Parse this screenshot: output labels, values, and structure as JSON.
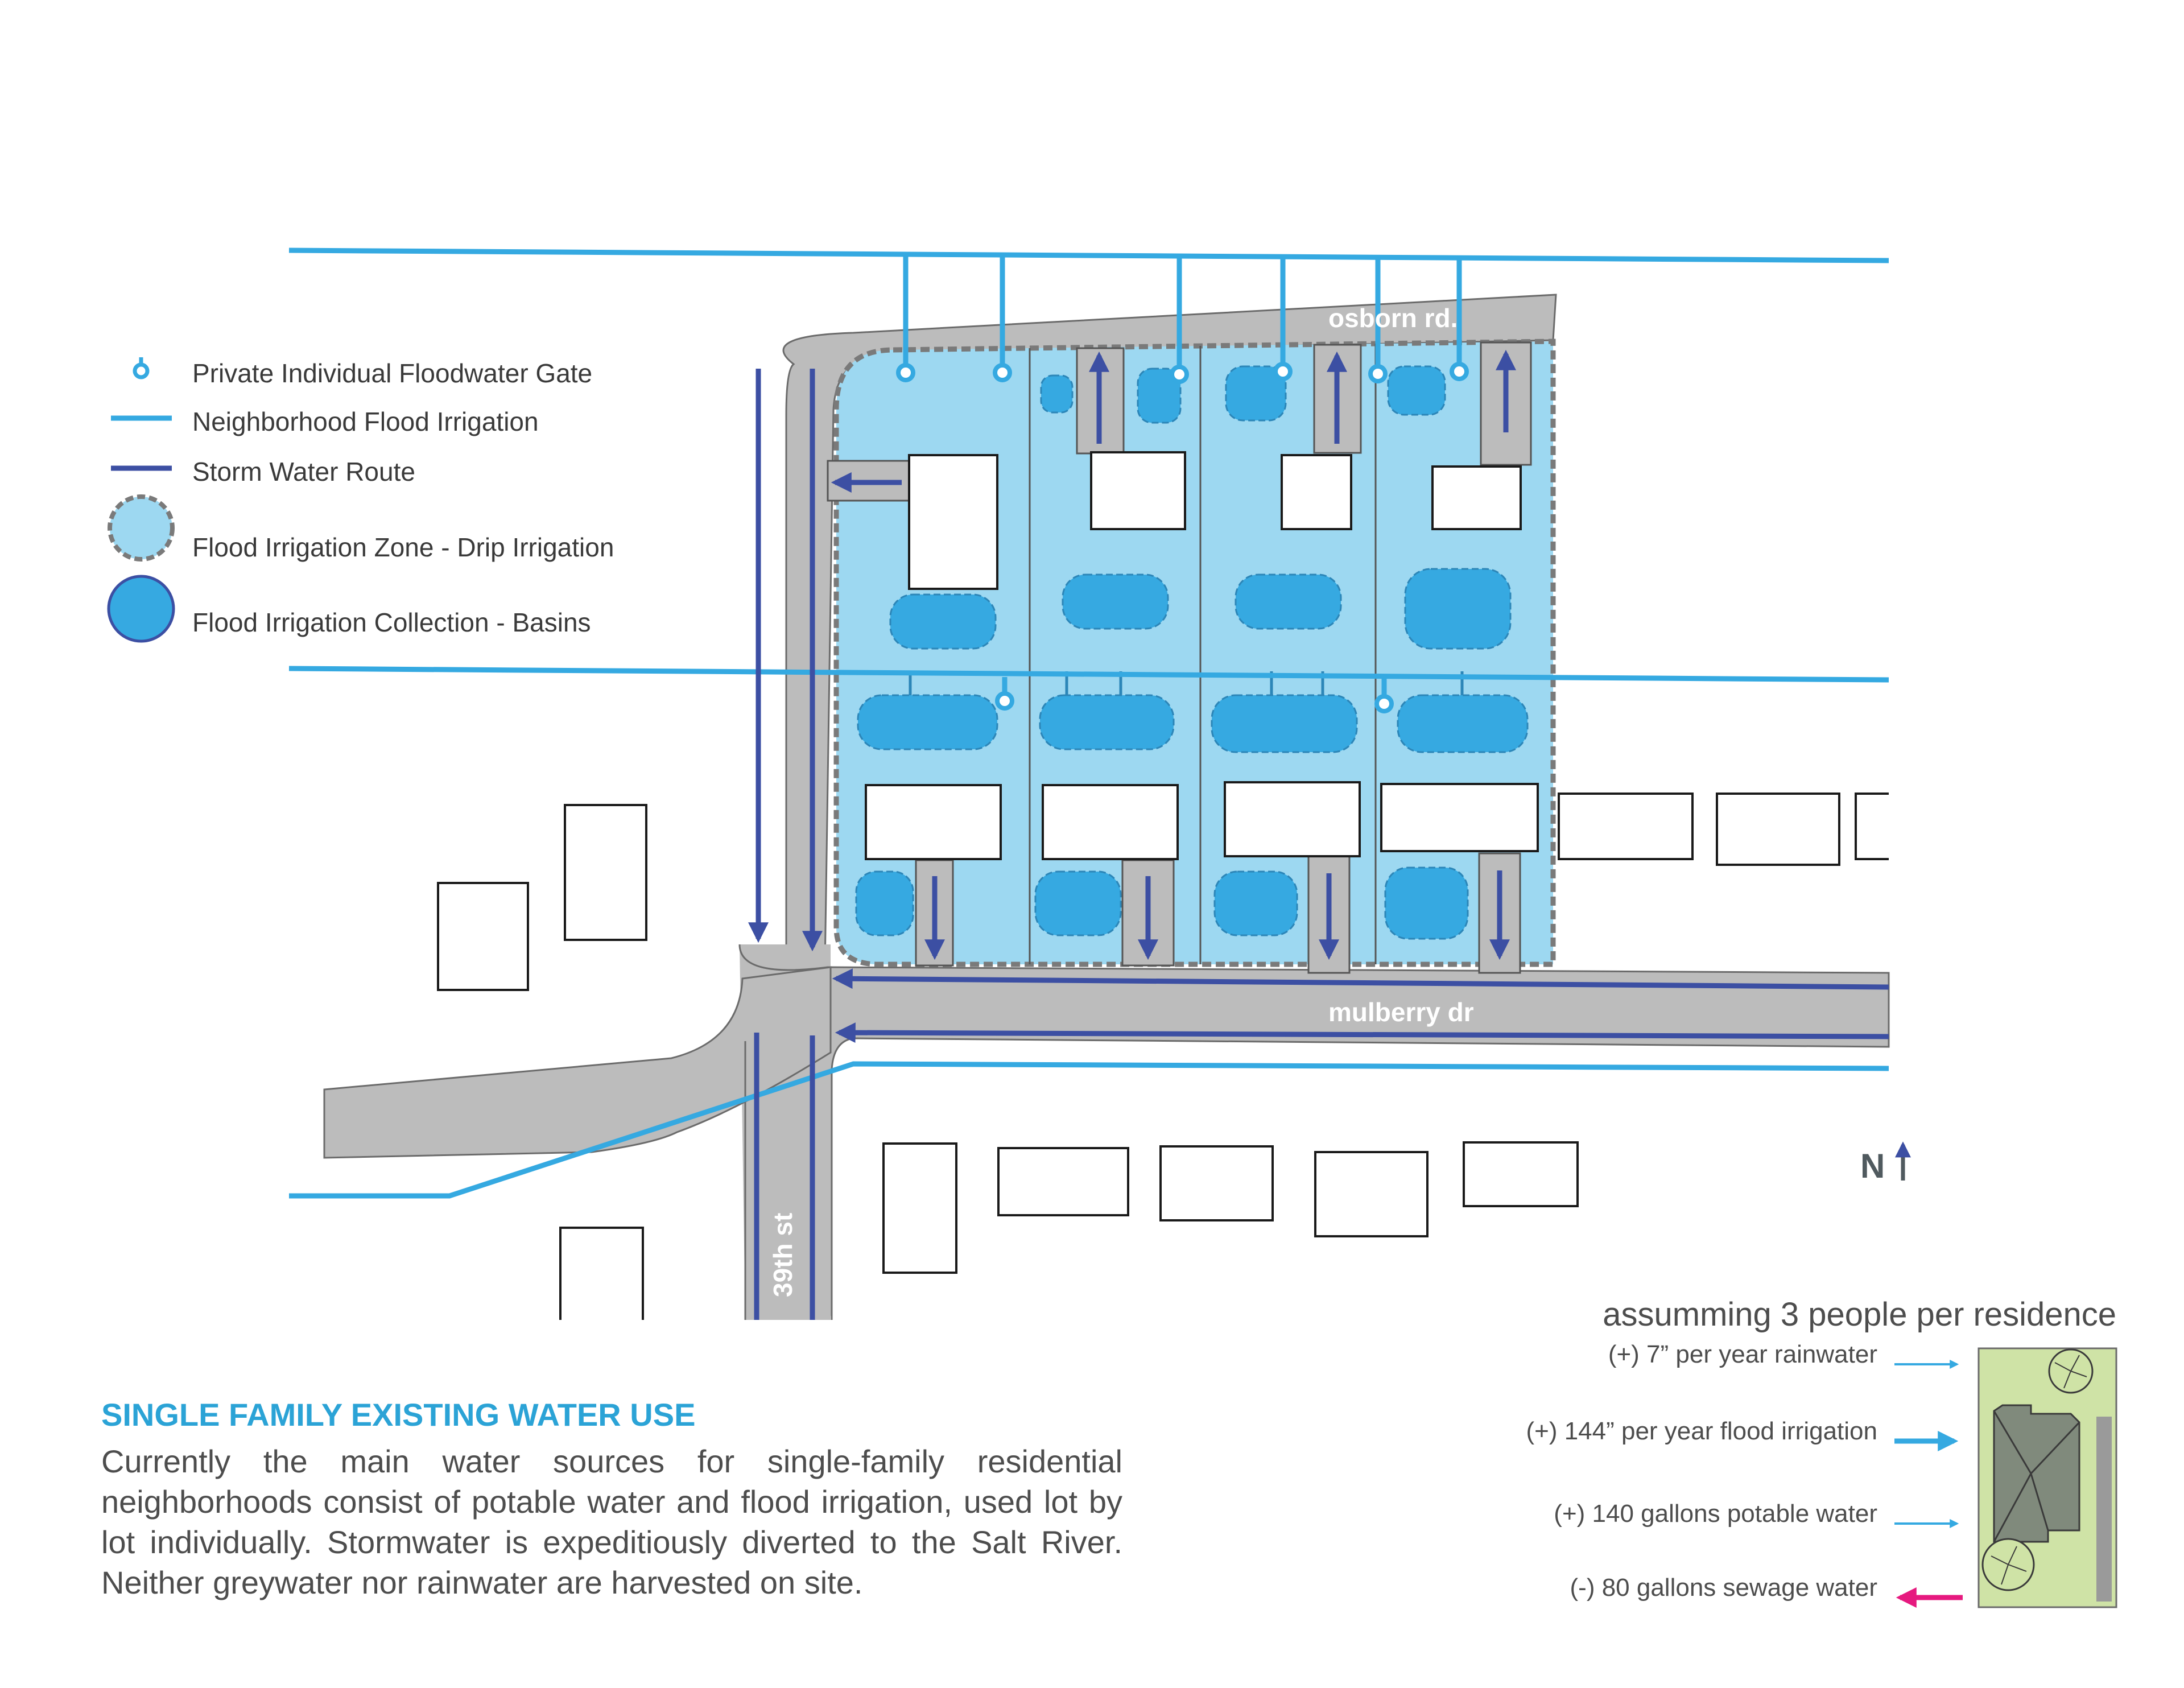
{
  "colors": {
    "flood_line": "#35a9e1",
    "storm_line": "#3c4fa3",
    "zone_fill": "#9dd8f1",
    "basin_fill": "#36a9e1",
    "road": "#bcbcbc",
    "sewage": "#e6197f"
  },
  "legend": {
    "items": [
      {
        "label": "Private Individual Floodwater Gate",
        "symbol": "gate-icon"
      },
      {
        "label": "Neighborhood Flood Irrigation",
        "symbol": "light-blue-line"
      },
      {
        "label": "Storm Water Route",
        "symbol": "dark-blue-line"
      },
      {
        "label": "Flood Irrigation Zone - Drip Irrigation",
        "symbol": "dotted-circle"
      },
      {
        "label": "Flood Irrigation Collection - Basins",
        "symbol": "filled-circle"
      }
    ]
  },
  "map": {
    "roads": {
      "north": "osborn rd.",
      "south": "mulberry dr",
      "west": "39th st"
    },
    "north_arrow": "N"
  },
  "usage": {
    "title": "assumming 3 people per residence",
    "items": [
      {
        "label": "(+) 7” per year rainwater",
        "flow": "in"
      },
      {
        "label": "(+) 144” per year flood irrigation",
        "flow": "in"
      },
      {
        "label": "(+) 140 gallons potable water",
        "flow": "in"
      },
      {
        "label": "(-) 80 gallons sewage water",
        "flow": "out"
      }
    ]
  },
  "description": {
    "title": "SINGLE FAMILY EXISTING WATER USE",
    "body": "Currently the main water sources for single-family residential neighborhoods consist of potable water and flood irrigation, used lot by lot individually. Stormwater is expeditiously diverted to the Salt River. Neither greywater nor rainwater are harvested on site."
  }
}
